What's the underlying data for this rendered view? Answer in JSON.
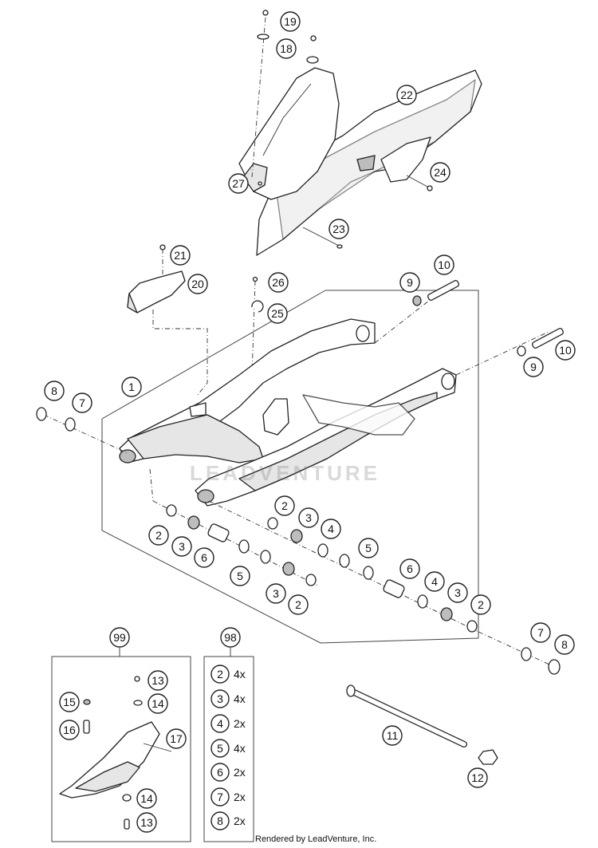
{
  "callouts": {
    "c1": "1",
    "c2a": "2",
    "c2b": "2",
    "c2c": "2",
    "c2d": "2",
    "c3a": "3",
    "c3b": "3",
    "c3c": "3",
    "c3d": "3",
    "c4a": "4",
    "c4b": "4",
    "c5a": "5",
    "c5b": "5",
    "c6a": "6",
    "c6b": "6",
    "c7a": "7",
    "c7b": "7",
    "c8a": "8",
    "c8b": "8",
    "c9a": "9",
    "c9b": "9",
    "c10a": "10",
    "c10b": "10",
    "c11": "11",
    "c12": "12",
    "c13a": "13",
    "c13b": "13",
    "c14a": "14",
    "c14b": "14",
    "c15": "15",
    "c16": "16",
    "c17": "17",
    "c18": "18",
    "c19": "19",
    "c20": "20",
    "c21": "21",
    "c22": "22",
    "c23": "23",
    "c24": "24",
    "c25": "25",
    "c26": "26",
    "c27": "27",
    "c98": "98",
    "c99": "99"
  },
  "kit98": [
    {
      "part": "2",
      "qty": "4x"
    },
    {
      "part": "3",
      "qty": "4x"
    },
    {
      "part": "4",
      "qty": "2x"
    },
    {
      "part": "5",
      "qty": "4x"
    },
    {
      "part": "6",
      "qty": "2x"
    },
    {
      "part": "7",
      "qty": "2x"
    },
    {
      "part": "8",
      "qty": "2x"
    }
  ],
  "watermark": "LEADVENTURE",
  "footer": "Rendered by LeadVenture, Inc."
}
